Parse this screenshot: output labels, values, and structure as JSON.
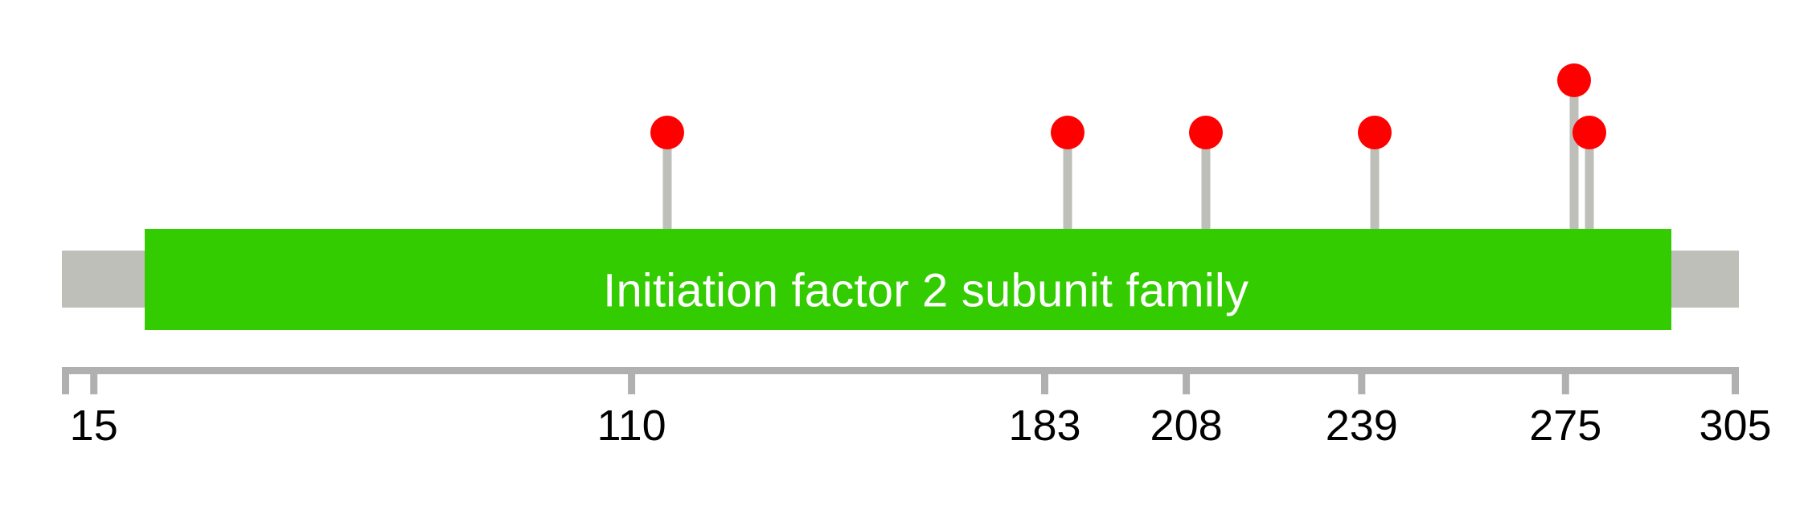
{
  "chart_data": {
    "type": "lollipop-domain-diagram",
    "title": "",
    "subtitle": "",
    "xlabel": "",
    "ylabel": "",
    "xlim": [
      15,
      305
    ],
    "grid": false,
    "legend": null,
    "protein": {
      "start": 15,
      "end": 305,
      "backbone_color": "#BDBFB8"
    },
    "domains": [
      {
        "label": "Initiation factor 2 subunit family",
        "start": 30,
        "end": 294,
        "color": "#33CC00",
        "text_color": "#FFFFFF"
      }
    ],
    "markers": [
      {
        "position": 110,
        "count": 1,
        "height": 1,
        "color": "#FF0000",
        "stem_color": "#BDBFB8"
      },
      {
        "position": 183,
        "count": 1,
        "height": 1,
        "color": "#FF0000",
        "stem_color": "#BDBFB8"
      },
      {
        "position": 208,
        "count": 1,
        "height": 1,
        "color": "#FF0000",
        "stem_color": "#BDBFB8"
      },
      {
        "position": 239,
        "count": 1,
        "height": 1,
        "color": "#FF0000",
        "stem_color": "#BDBFB8"
      },
      {
        "position": 275,
        "count": 2,
        "height": 2,
        "color": "#FF0000",
        "stem_color": "#BDBFB8"
      },
      {
        "position": 278,
        "count": 1,
        "height": 1,
        "color": "#FF0000",
        "stem_color": "#BDBFB8"
      }
    ],
    "axis": {
      "color": "#B0B0B0",
      "ticks": [
        15,
        110,
        183,
        208,
        239,
        275,
        305
      ],
      "tick_labels": [
        "15",
        "110",
        "183",
        "208",
        "239",
        "275",
        "305"
      ]
    }
  },
  "axis": {
    "tick_labels": {
      "t0": "15",
      "t1": "110",
      "t2": "183",
      "t3": "208",
      "t4": "239",
      "t5": "275",
      "t6": "305"
    }
  },
  "domain": {
    "label": "Initiation factor 2 subunit family"
  }
}
